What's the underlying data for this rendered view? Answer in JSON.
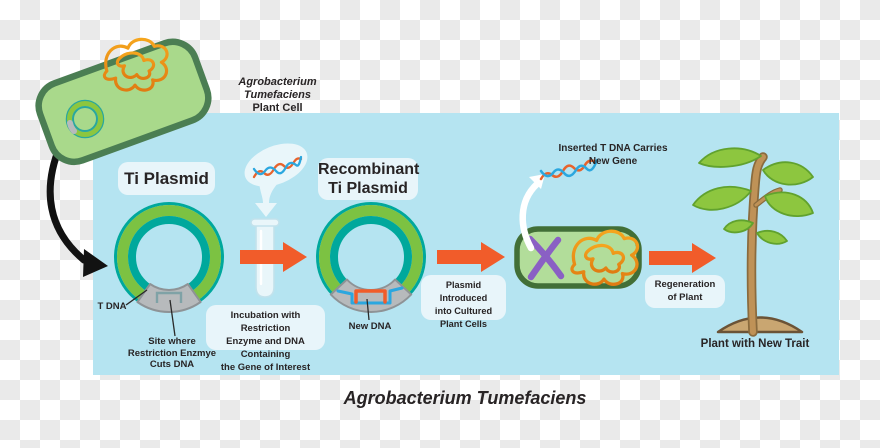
{
  "title": "Agrobacterium Tumefaciens",
  "bacterium": {
    "species_label": "Agrobacterium Tumefaciens",
    "cell_label": "Plant Cell"
  },
  "stages": {
    "ti_plasmid": {
      "title": "Ti Plasmid",
      "t_dna_label": "T DNA",
      "site_label": [
        "Site where",
        "Restriction Enzmye",
        "Cuts DNA"
      ]
    },
    "incubation": {
      "caption": [
        "Incubation with Restriction",
        "Enzyme and DNA Containing",
        "the Gene of Interest"
      ]
    },
    "recombinant": {
      "title": [
        "Recombinant",
        "Ti Plasmid"
      ],
      "new_dna_label": "New DNA"
    },
    "introduction": {
      "caption": [
        "Plasmid Introduced",
        "into Cultured",
        "Plant Cells"
      ]
    },
    "cultured_cell": {
      "inserted_label": [
        "Inserted T DNA Carries",
        "New Gene"
      ]
    },
    "regeneration": {
      "caption": [
        "Regeneration",
        "of Plant"
      ]
    },
    "plant": {
      "caption": "Plant with New Trait"
    }
  },
  "colors": {
    "panel": "#b5e4f1",
    "checker": "#eaeaea",
    "box": "#e8f5fa",
    "arrow": "#f15c2a",
    "text": "#282425",
    "ring_teal": "#00a89c",
    "ring_green": "#7cc242",
    "sector_gray": "#b7babc",
    "bacterium_fill": "#a9d98b",
    "bacterium_stroke": "#4b7e53",
    "dna_orange": "#ef8c1a",
    "dna_blue": "#2ba7df",
    "chromosome_purple": "#8a60c4",
    "leaf_green": "#8dc63f",
    "stem_tan": "#bf9257",
    "soil_tan": "#c9a671"
  }
}
